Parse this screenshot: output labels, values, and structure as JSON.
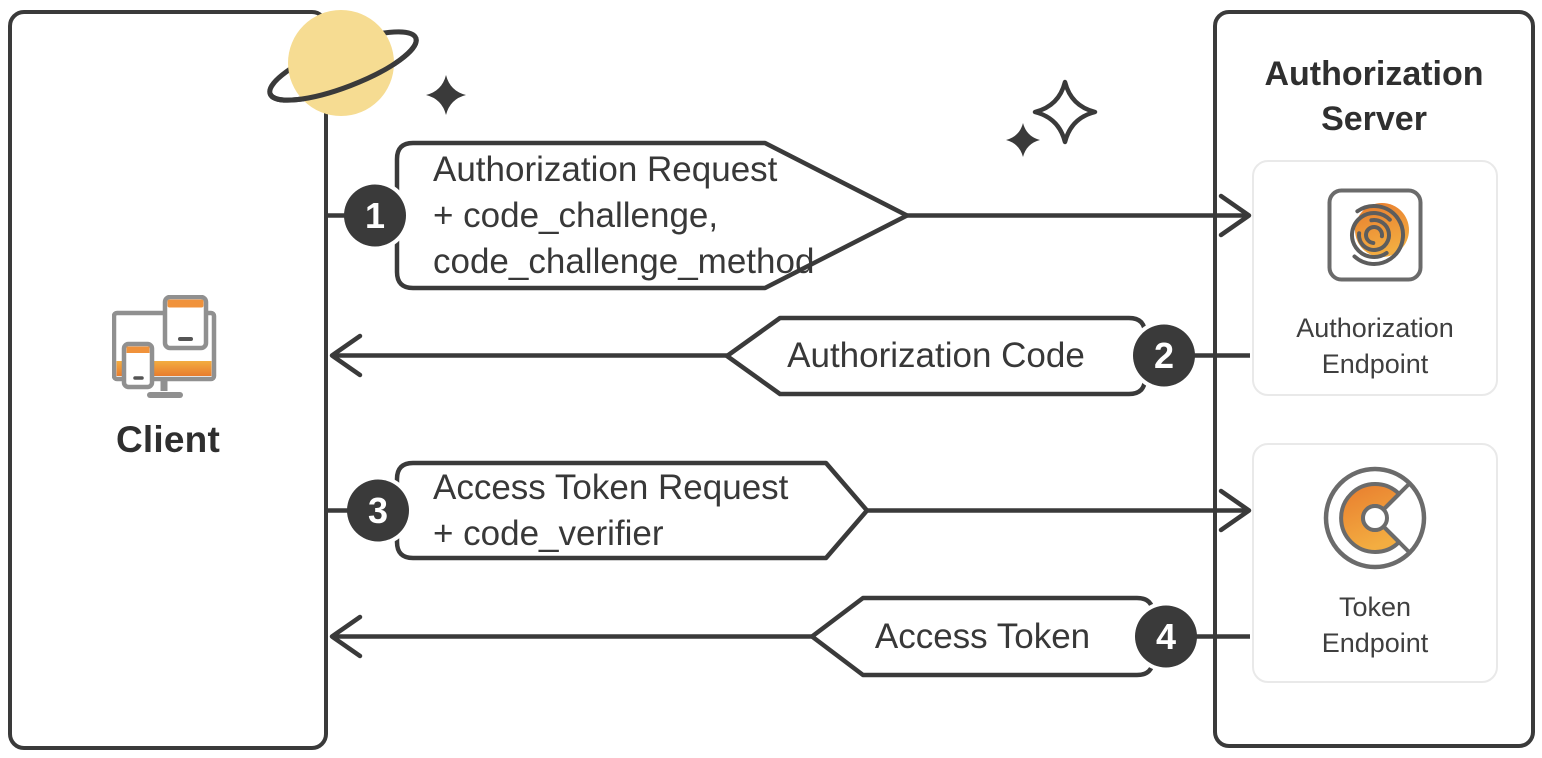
{
  "client": {
    "label": "Client",
    "icon": "devices-icon"
  },
  "server": {
    "title_lines": [
      "Authorization",
      "Server"
    ],
    "endpoints": [
      {
        "icon": "fingerprint-icon",
        "label_lines": [
          "Authorization",
          "Endpoint"
        ]
      },
      {
        "icon": "token-icon",
        "label_lines": [
          "Token",
          "Endpoint"
        ]
      }
    ]
  },
  "flows": [
    {
      "step": "1",
      "direction": "client-to-server",
      "lines": [
        "Authorization Request",
        "+ code_challenge,",
        "code_challenge_method"
      ]
    },
    {
      "step": "2",
      "direction": "server-to-client",
      "lines": [
        "Authorization Code"
      ]
    },
    {
      "step": "3",
      "direction": "client-to-server",
      "lines": [
        "Access Token Request",
        "+ code_verifier"
      ]
    },
    {
      "step": "4",
      "direction": "server-to-client",
      "lines": [
        "Access Token"
      ]
    }
  ],
  "decorations": {
    "planet": "saturn-planet-icon",
    "sparkles": [
      "sparkle-small-filled",
      "sparkle-small-filled",
      "sparkle-large-outline"
    ]
  },
  "colors": {
    "ink": "#3a3a3a",
    "orange": "#f0923b",
    "orange_deep": "#e87c2e",
    "orange_light": "#f3ad41",
    "planet_yellow": "#f6dc92",
    "card_border": "#e9e9e9",
    "badge_bg": "#3a3a3a",
    "icon_gray": "#6b6b6b"
  }
}
